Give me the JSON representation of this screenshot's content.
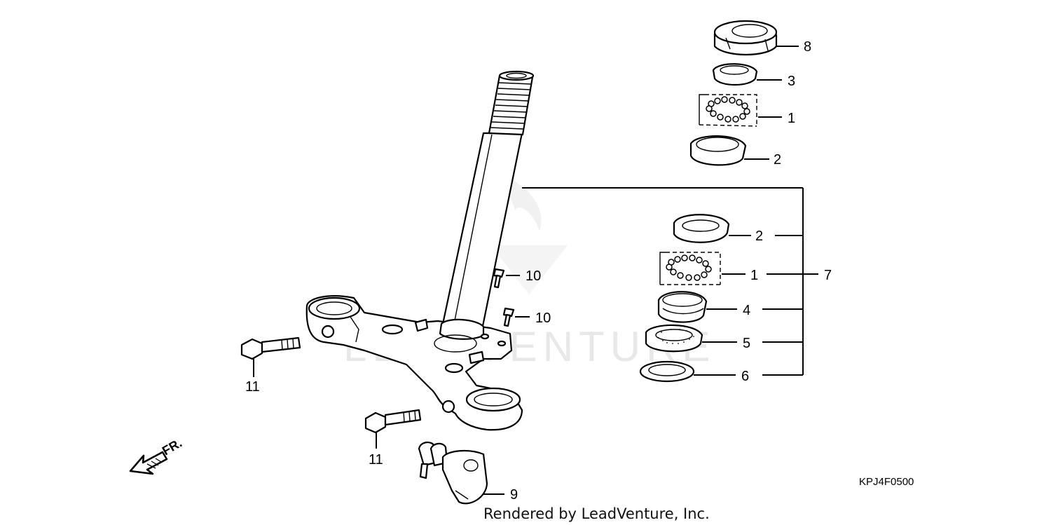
{
  "diagram": {
    "drawing_code": "KPJ4F0500",
    "watermark": "LEADVENTURE",
    "rendered_by": "Rendered by LeadVenture, Inc.",
    "front_label": "FR.",
    "callouts": {
      "c8": "8",
      "c3": "3",
      "c1_top": "1",
      "c2_top": "2",
      "c2_mid": "2",
      "c1_mid": "1",
      "c7": "7",
      "c4": "4",
      "c5": "5",
      "c6": "6",
      "c10_a": "10",
      "c10_b": "10",
      "c11_a": "11",
      "c11_b": "11",
      "c9": "9"
    }
  }
}
